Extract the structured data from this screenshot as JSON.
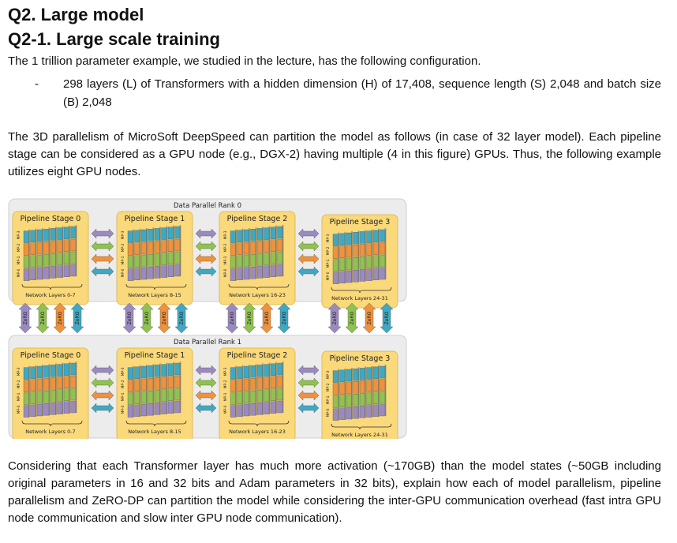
{
  "heading1": "Q2. Large model",
  "heading2": "Q2-1. Large scale training",
  "intro": "The 1 trillion parameter example, we studied in the lecture, has the following configuration.",
  "bullet_marker": "-",
  "bullet": "298 layers (L) of Transformers with a hidden dimension (H) of 17,408, sequence length (S) 2,048 and batch size (B) 2,048",
  "paragraph2": "The 3D parallelism of MicroSoft DeepSpeed can partition the model as follows (in case of 32 layer model). Each pipeline stage can be considered as a GPU node (e.g., DGX-2) having multiple (4 in this figure) GPUs. Thus, the following example utilizes eight GPU nodes.",
  "figure": {
    "ranks": [
      {
        "title": "Data Parallel Rank 0",
        "stages": [
          {
            "label": "Pipeline Stage 0",
            "layers": "Network Layers 0-7"
          },
          {
            "label": "Pipeline Stage 1",
            "layers": "Network Layers 8-15"
          },
          {
            "label": "Pipeline Stage 2",
            "layers": "Network Layers 16-23"
          },
          {
            "label": "Pipeline Stage 3",
            "layers": "Network Layers 24-31"
          }
        ]
      },
      {
        "title": "Data Parallel Rank 1",
        "stages": [
          {
            "label": "Pipeline Stage 0",
            "layers": "Network Layers 0-7"
          },
          {
            "label": "Pipeline Stage 1",
            "layers": "Network Layers 8-15"
          },
          {
            "label": "Pipeline Stage 2",
            "layers": "Network Layers 16-23"
          },
          {
            "label": "Pipeline Stage 3",
            "layers": "Network Layers 24-31"
          }
        ]
      }
    ],
    "mp_labels": [
      "MP-0",
      "MP-1",
      "MP-2",
      "MP-3"
    ],
    "zero_label": "ZeRO",
    "colors": {
      "panel_bg": "#ececec",
      "stage_bg": "#fad97a",
      "mp0": "#9b8ac0",
      "mp1": "#8fc24f",
      "mp2": "#f0913b",
      "mp3": "#3fa8c2"
    }
  },
  "paragraph3": "Considering that each Transformer layer has much more activation (~170GB) than the model states (~50GB including original parameters in 16 and 32 bits and Adam parameters in 32 bits), explain how each of model parallelism, pipeline parallelism and ZeRO-DP can partition the model while considering the inter-GPU communication overhead (fast intra GPU node communication and slow inter GPU node communication)."
}
